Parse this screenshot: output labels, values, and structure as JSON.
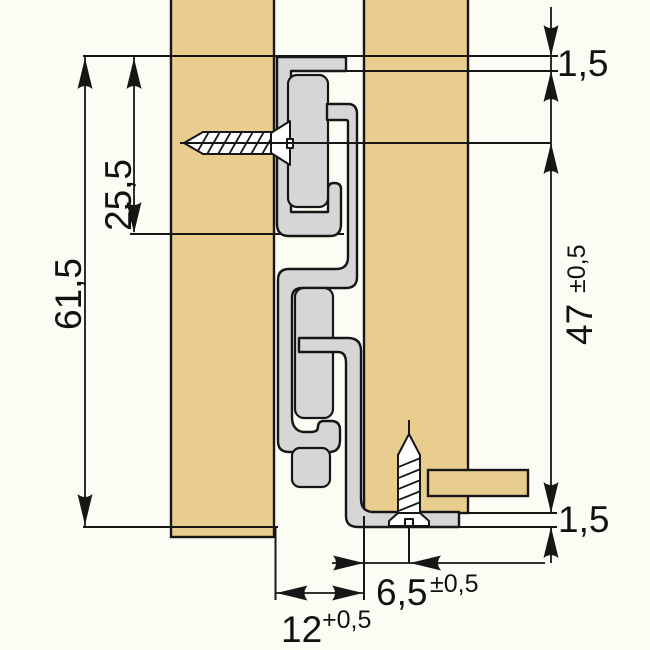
{
  "drawing": {
    "kind": "technical cross-section of a drawer runner between wooden panels",
    "units": "mm (implied, comma decimal separator)"
  },
  "dimensions": {
    "total_height": {
      "value": "61,5"
    },
    "upper_section": {
      "value": "25,5"
    },
    "top_clearance": {
      "value": "1,5"
    },
    "axis_to_bottom": {
      "value": "47",
      "tolerance": "±0,5"
    },
    "bottom_clearance": {
      "value": "1,5"
    },
    "screw_inset": {
      "value": "6,5",
      "tolerance": "±0,5"
    },
    "groove_width": {
      "value": "12",
      "tolerance": "+0,5"
    }
  },
  "colors": {
    "wood": "#e9cd8e",
    "metal": "#d6d6d6",
    "line": "#161616",
    "background": "#fcfcf4"
  }
}
